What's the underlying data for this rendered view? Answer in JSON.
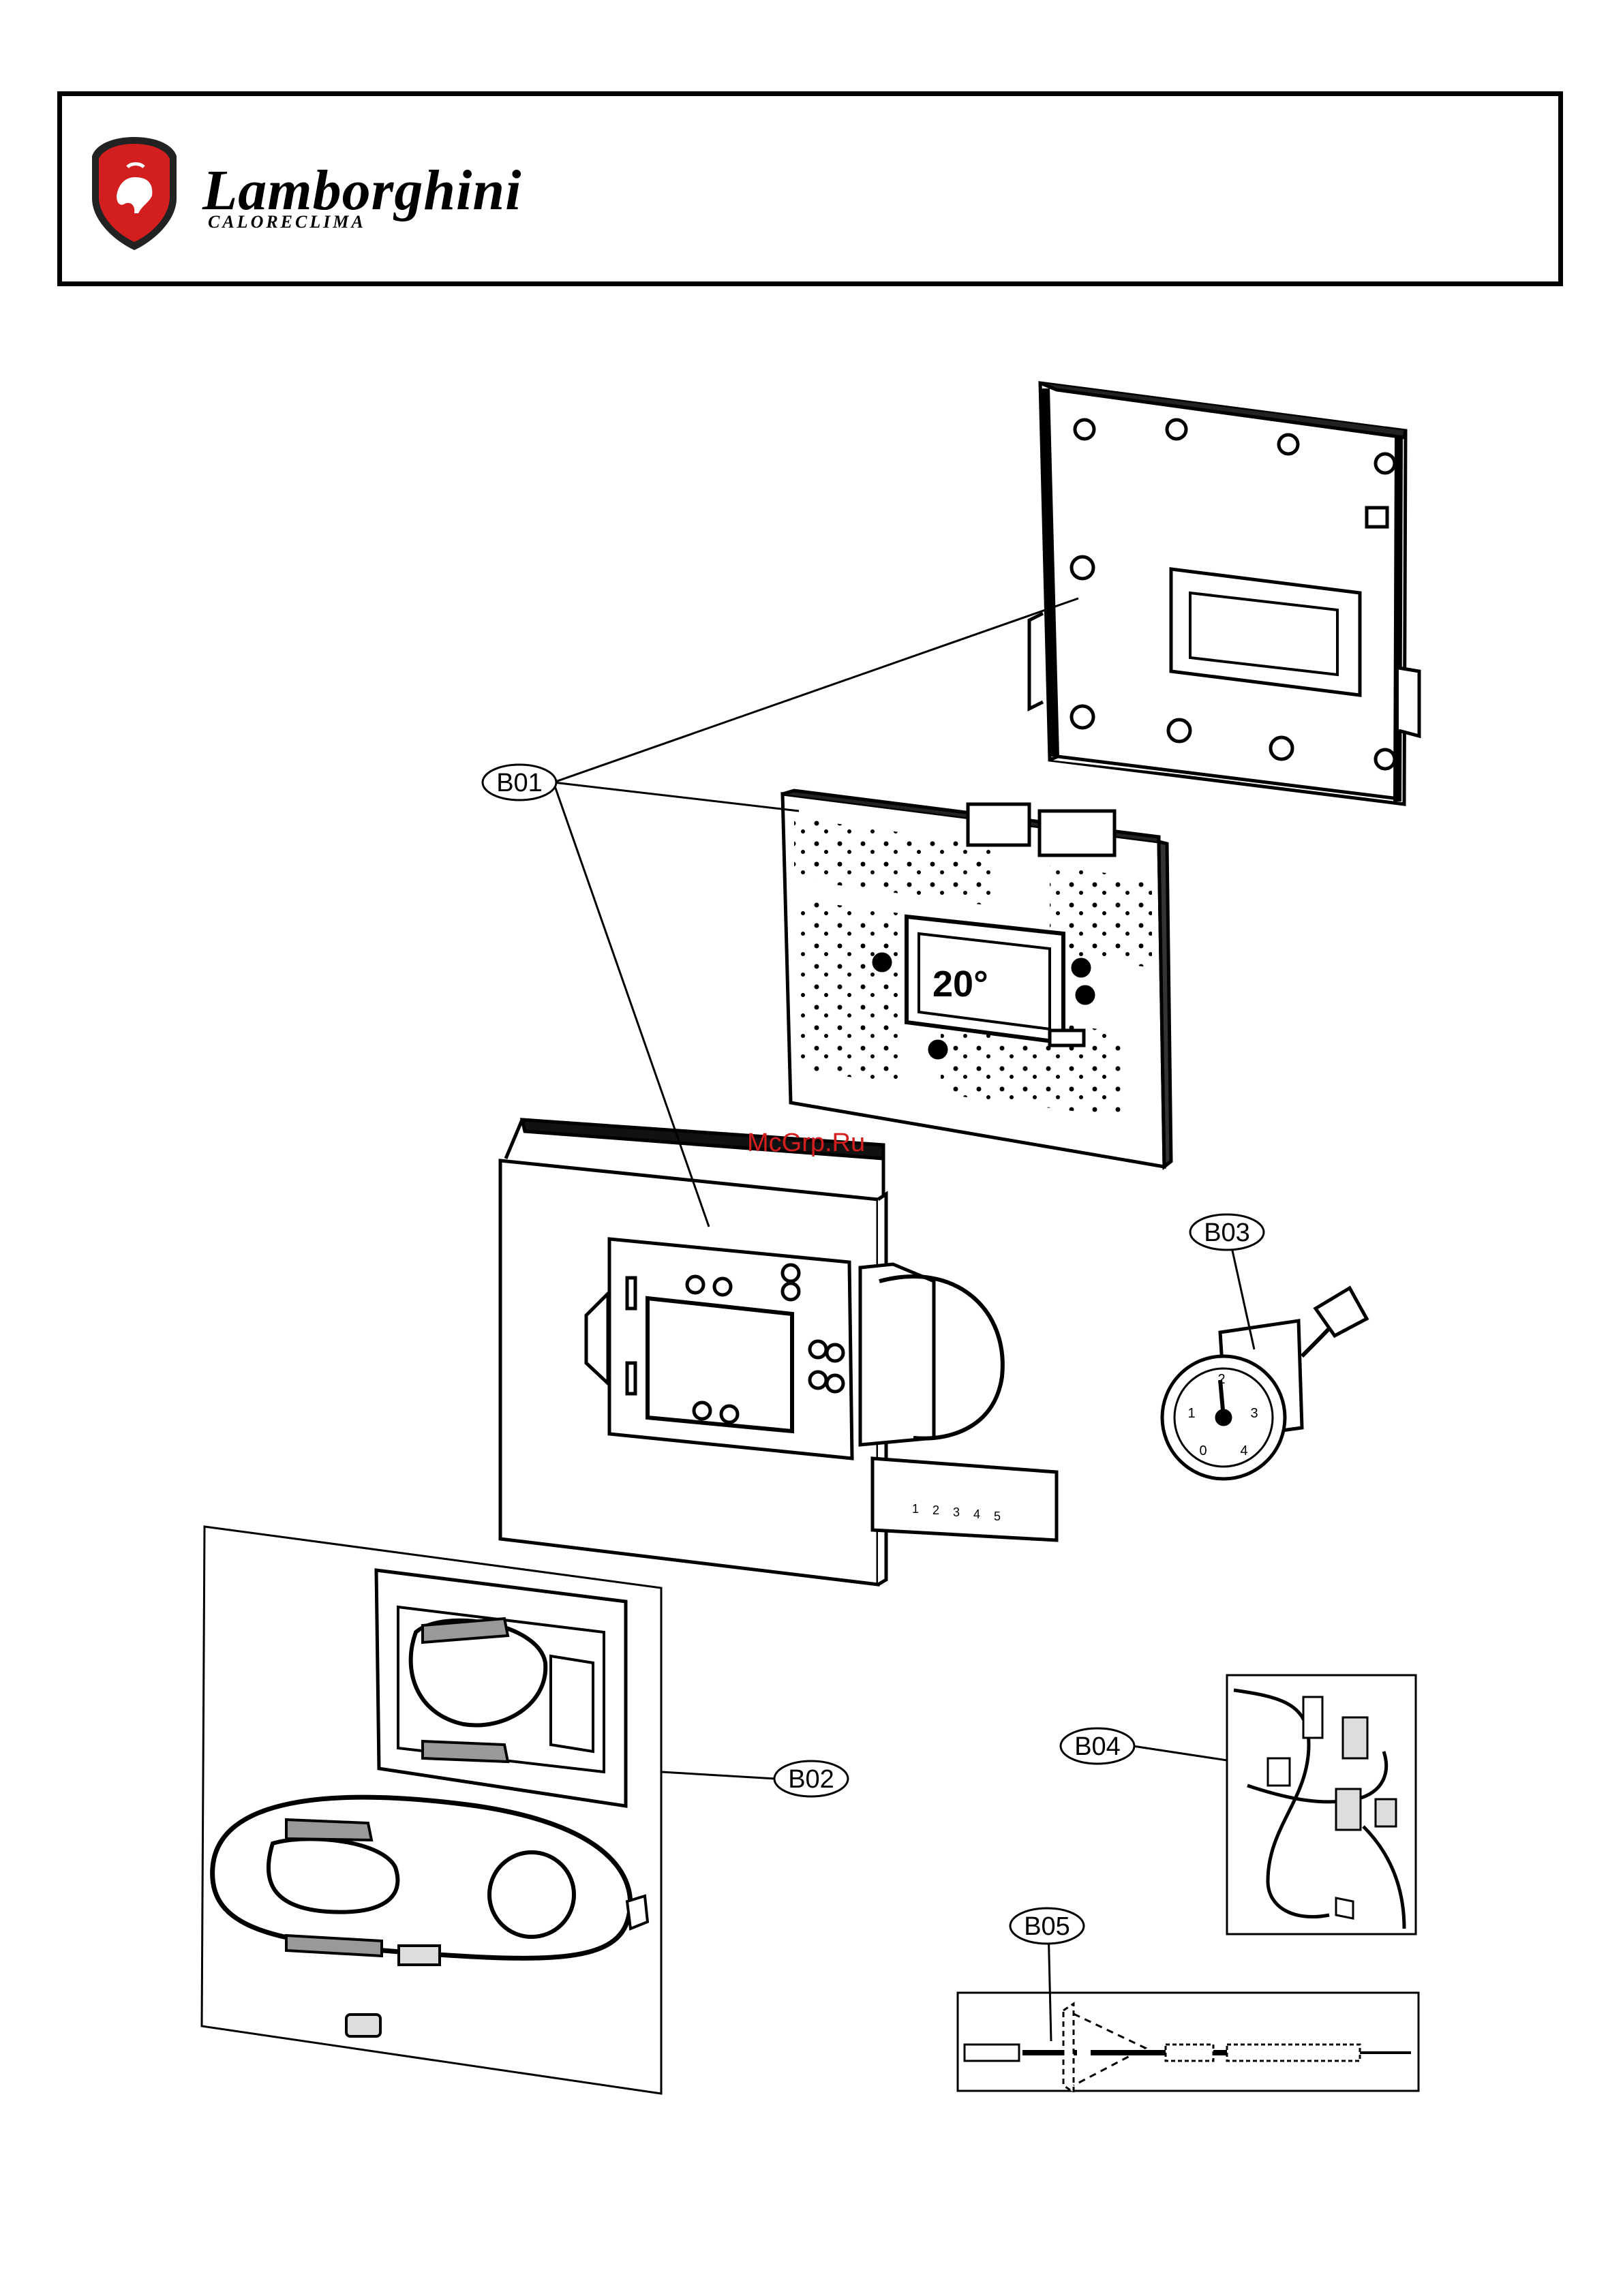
{
  "header": {
    "brand_name": "Lamborghini",
    "brand_sub": "CALORECLIMA"
  },
  "watermark": "McGrp.Ru",
  "callouts": [
    {
      "id": "b01",
      "label": "B01"
    },
    {
      "id": "b02",
      "label": "B02"
    },
    {
      "id": "b03",
      "label": "B03"
    },
    {
      "id": "b04",
      "label": "B04"
    },
    {
      "id": "b05",
      "label": "B05"
    }
  ],
  "lcd_display": "20°",
  "gauge_ticks": [
    "0",
    "1",
    "2",
    "3",
    "4"
  ],
  "terminal_numbers": [
    "1",
    "2",
    "3",
    "4",
    "5"
  ],
  "colors": {
    "brand_red": "#d21e1e",
    "line": "#000000",
    "panel_fill": "#ffffff",
    "shadow": "#333333"
  }
}
